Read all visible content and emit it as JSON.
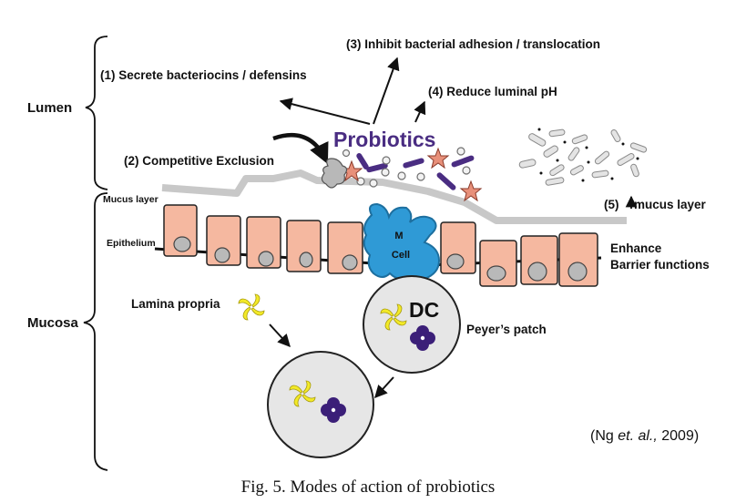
{
  "labels": {
    "lumen": "Lumen",
    "mucosa": "Mucosa",
    "mucus_layer": "Mucus layer",
    "epithelium": "Epithelium",
    "lamina_propria": "Lamina propria",
    "peyers_patch": "Peyer’s patch",
    "probiotics": "Probiotics",
    "m_cell_line1": "M",
    "m_cell_line2": "Cell",
    "dc": "DC",
    "enhance_line1": "Enhance",
    "enhance_line2": "Barrier functions"
  },
  "modes": {
    "m1": "(1) Secrete bacteriocins / defensins",
    "m2": "(2) Competitive Exclusion",
    "m3": "(3) Inhibit bacterial adhesion / translocation",
    "m4": "(4) Reduce luminal pH",
    "m5_prefix": "(5)",
    "m5_suffix": " mucus layer"
  },
  "citation": {
    "open": "(Ng ",
    "italic": "et. al.,",
    "close": " 2009)"
  },
  "caption": "Fig. 5. Modes of action of probiotics",
  "colors": {
    "probiotics_purple": "#4a2d82",
    "epithelial_cell": "#f5b8a0",
    "m_cell": "#2f9ad6",
    "mucus": "#c8c8c8",
    "follicle": "#e6e6e6",
    "yellow_cell": "#f3ea28"
  },
  "icons": {
    "up_arrow": "up-arrow-icon",
    "bracket": "curly-bracket-icon"
  }
}
